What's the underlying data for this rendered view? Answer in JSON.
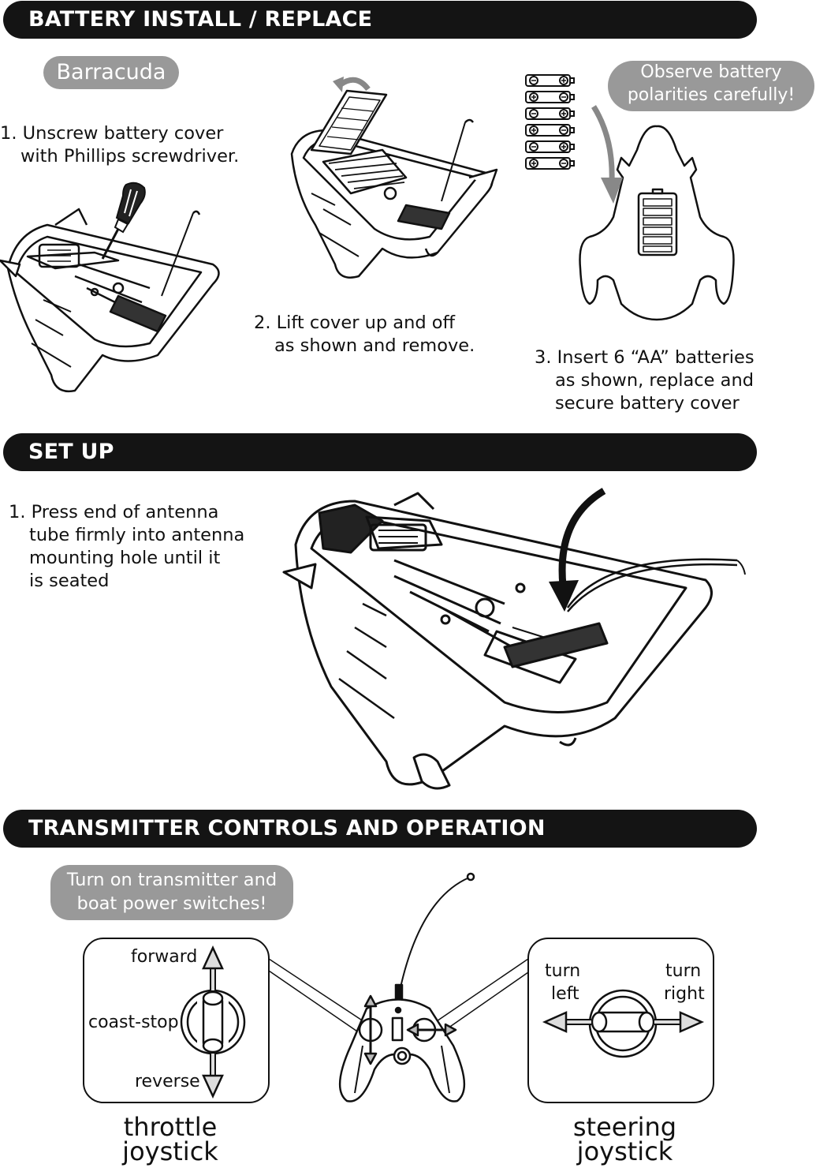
{
  "sections": {
    "battery": "BATTERY INSTALL / REPLACE",
    "setup": "SET UP",
    "transmitter": "TRANSMITTER CONTROLS AND OPERATION"
  },
  "model_badge": "Barracuda",
  "polarity_note": [
    "Observe battery",
    "polarities carefully!"
  ],
  "battery_steps": {
    "step1": [
      "1. Unscrew battery cover",
      "with Phillips screwdriver."
    ],
    "step2": [
      "2. Lift cover up and off",
      "as shown and remove."
    ],
    "step3": [
      "3. Insert 6 “AA” batteries",
      "as shown, replace and",
      "secure battery cover"
    ]
  },
  "setup_step": [
    "1. Press end of antenna",
    "tube firmly into antenna",
    "mounting hole until it",
    "is seated"
  ],
  "power_note": [
    "Turn on transmitter and",
    "boat power switches!"
  ],
  "throttle": {
    "forward": "forward",
    "coast_stop": "coast-stop",
    "reverse": "reverse",
    "title": [
      "throttle",
      "joystick"
    ]
  },
  "steering": {
    "left": [
      "turn",
      "left"
    ],
    "right": [
      "turn",
      "right"
    ],
    "title": [
      "steering",
      "joystick"
    ]
  },
  "icons": [
    "screwdriver-icon",
    "battery-icon",
    "curved-arrow-icon",
    "joystick-icon",
    "transmitter-icon",
    "boat-illustration"
  ]
}
